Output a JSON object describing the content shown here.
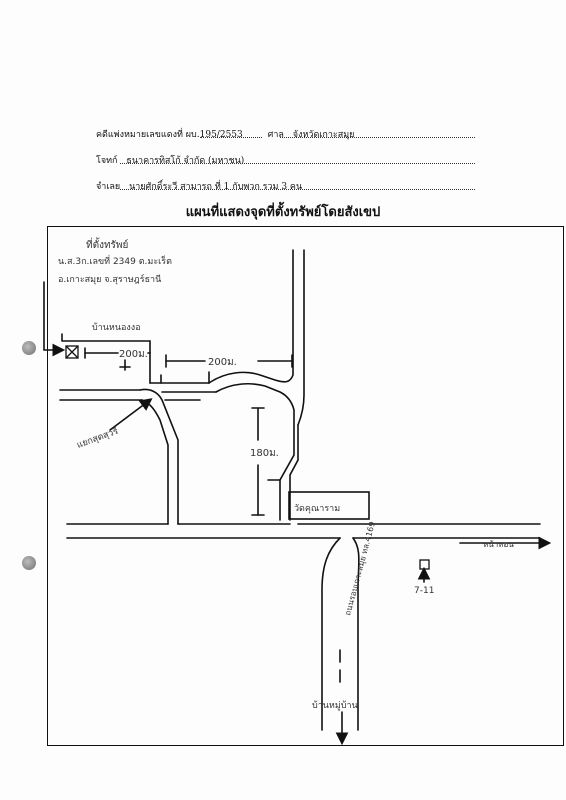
{
  "header": {
    "case_label": "คดีแพ่งหมายเลขแดงที่",
    "case_no": "ผบ.195/2553",
    "court_label": "ศาล",
    "court_name": "จังหวัดเกาะสมุย",
    "plaintiff_label": "โจทก์",
    "plaintiff_name": "ธนาคารทิสโก้  จำกัด (มหาชน)",
    "defendant_label": "จำเลย",
    "defendant_name": "นายศักดิ์ระวี  สามารถ  ที่ 1 กับพวก รวม 3 คน"
  },
  "title": "แผนที่แสดงจุดที่ตั้งทรัพย์โดยสังเขป",
  "map": {
    "note_line1": "ที่ตั้งทรัพย์",
    "note_line2": "น.ส.3ก.เลขที่ 2349 ต.มะเร็ต",
    "note_line3": "อ.เกาะสมุย จ.สุราษฎร์ธานี",
    "village_top": "บ้านหนองงอ",
    "dist_1": "200ม.",
    "dist_2": "200ม.",
    "dist_3": "180ม.",
    "junction": "แยกสุดสุวรี",
    "temple": "วัดคุณาราม",
    "road_label": "ถนนรอบเกาะสมุย ทล.4169",
    "direction_right": "หน้าทอน",
    "store": "7-11",
    "village_bottom": "บ้านหมู่บ้าน"
  }
}
